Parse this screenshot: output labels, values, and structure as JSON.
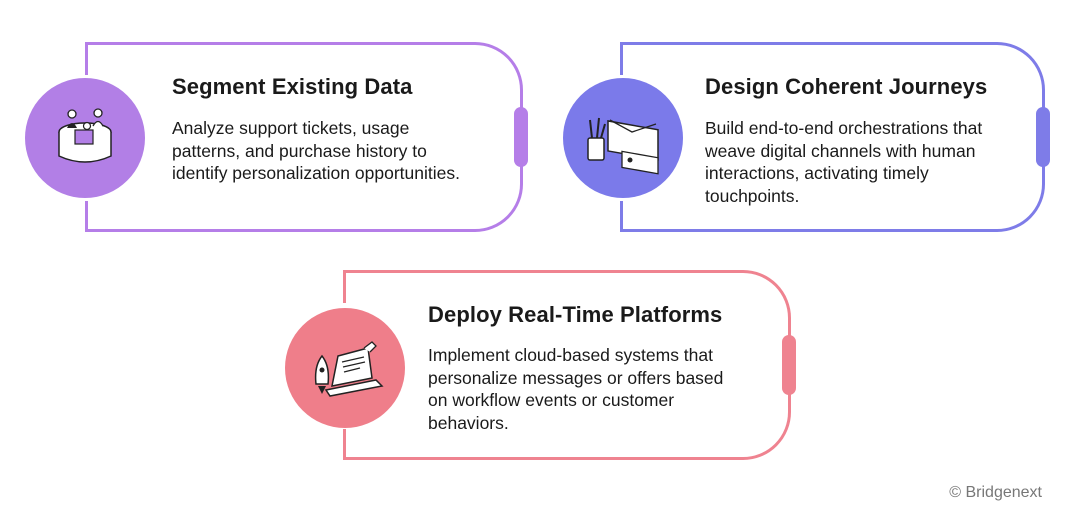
{
  "cards": [
    {
      "title": "Segment Existing Data",
      "body": "Analyze support tickets, usage patterns, and purchase history to identify personalization opportunities.",
      "accent": "#b57ee8",
      "icon": "people-at-desk-icon"
    },
    {
      "title": "Design Coherent Journeys",
      "body": "Build end-to-end orchestrations that weave digital channels with human interactions, activating timely touchpoints.",
      "accent": "#7e7ce8",
      "icon": "envelope-and-documents-icon"
    },
    {
      "title": "Deploy Real-Time Platforms",
      "body": "Implement cloud-based systems that personalize messages or offers based on workflow events or customer behaviors.",
      "accent": "#ef8390",
      "icon": "rocket-laptop-icon"
    }
  ],
  "footer": {
    "copyright": "© Bridgenext"
  }
}
